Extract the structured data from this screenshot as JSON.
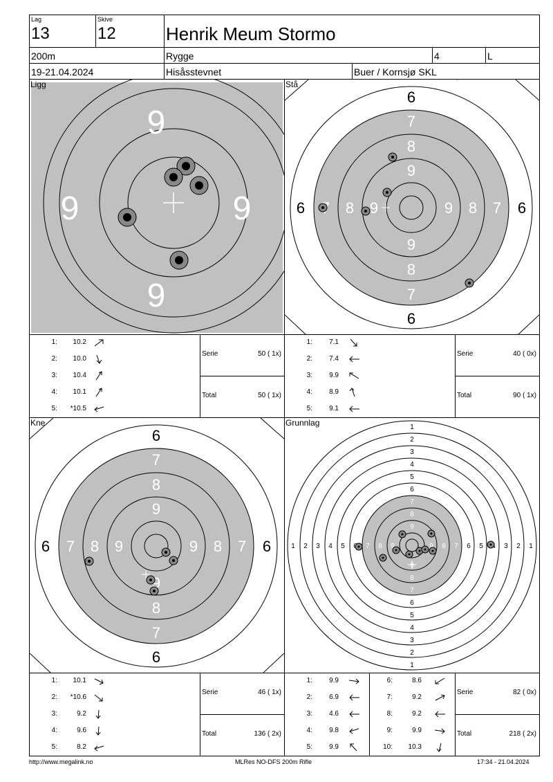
{
  "header": {
    "lag_label": "Lag",
    "lag": "13",
    "skive_label": "Skive",
    "skive": "12",
    "name": "Henrik Meum Stormo",
    "distance": "200m",
    "place": "Rygge",
    "class_num": "4",
    "class_letter": "L",
    "date": "19-21.04.2024",
    "event": "Hisåsstevnet",
    "club": "Buer / Kornsjø SKL"
  },
  "panels": {
    "ligg": {
      "title": "Ligg",
      "ring_labels": [
        "9"
      ]
    },
    "sta": {
      "title": "Stå",
      "ring_labels": [
        "6",
        "7",
        "8",
        "9"
      ]
    },
    "kne": {
      "title": "Kne",
      "ring_labels": [
        "6",
        "7",
        "8",
        "9"
      ]
    },
    "grunnlag": {
      "title": "Grunnlag",
      "ring_labels": [
        "1",
        "2",
        "3",
        "4",
        "5",
        "6",
        "7",
        "8",
        "9"
      ]
    }
  },
  "ligg_shots": [
    {
      "n": "1:",
      "v": "10.2"
    },
    {
      "n": "2:",
      "v": "10.0"
    },
    {
      "n": "3:",
      "v": "10.4"
    },
    {
      "n": "4:",
      "v": "10.1"
    },
    {
      "n": "5:",
      "v": "*10.5"
    }
  ],
  "ligg_summary": {
    "serie_label": "Serie",
    "serie": "50 ( 1x)",
    "total_label": "Total",
    "total": "50 ( 1x)"
  },
  "sta_shots": [
    {
      "n": "1:",
      "v": "7.1"
    },
    {
      "n": "2:",
      "v": "7.4"
    },
    {
      "n": "3:",
      "v": "9.9"
    },
    {
      "n": "4:",
      "v": "8.9"
    },
    {
      "n": "5:",
      "v": "9.1"
    }
  ],
  "sta_summary": {
    "serie_label": "Serie",
    "serie": "40 ( 0x)",
    "total_label": "Total",
    "total": "90 ( 1x)"
  },
  "kne_shots": [
    {
      "n": "1:",
      "v": "10.1"
    },
    {
      "n": "2:",
      "v": "*10.6"
    },
    {
      "n": "3:",
      "v": "9.2"
    },
    {
      "n": "4:",
      "v": "9.6"
    },
    {
      "n": "5:",
      "v": "8.2"
    }
  ],
  "kne_summary": {
    "serie_label": "Serie",
    "serie": "46 ( 1x)",
    "total_label": "Total",
    "total": "136 ( 2x)"
  },
  "grunn_shots": [
    {
      "n": "1:",
      "v": "9.9"
    },
    {
      "n": "2:",
      "v": "6.9"
    },
    {
      "n": "3:",
      "v": "4.6"
    },
    {
      "n": "4:",
      "v": "9.8"
    },
    {
      "n": "5:",
      "v": "9.9"
    },
    {
      "n": "6:",
      "v": "8.6"
    },
    {
      "n": "7:",
      "v": "9.2"
    },
    {
      "n": "8:",
      "v": "9.2"
    },
    {
      "n": "9:",
      "v": "9.9"
    },
    {
      "n": "10:",
      "v": "10.3"
    }
  ],
  "grunn_summary": {
    "serie_label": "Serie",
    "serie": "82 ( 0x)",
    "total_label": "Total",
    "total": "218 ( 2x)"
  },
  "footer": {
    "url": "http://www.megalink.no",
    "program": "MLRes NO-DFS 200m Rifle",
    "timestamp": "17:34 - 21.04.2024"
  },
  "colors": {
    "target_gray": "#c0c0c0",
    "ink": "#000000"
  }
}
